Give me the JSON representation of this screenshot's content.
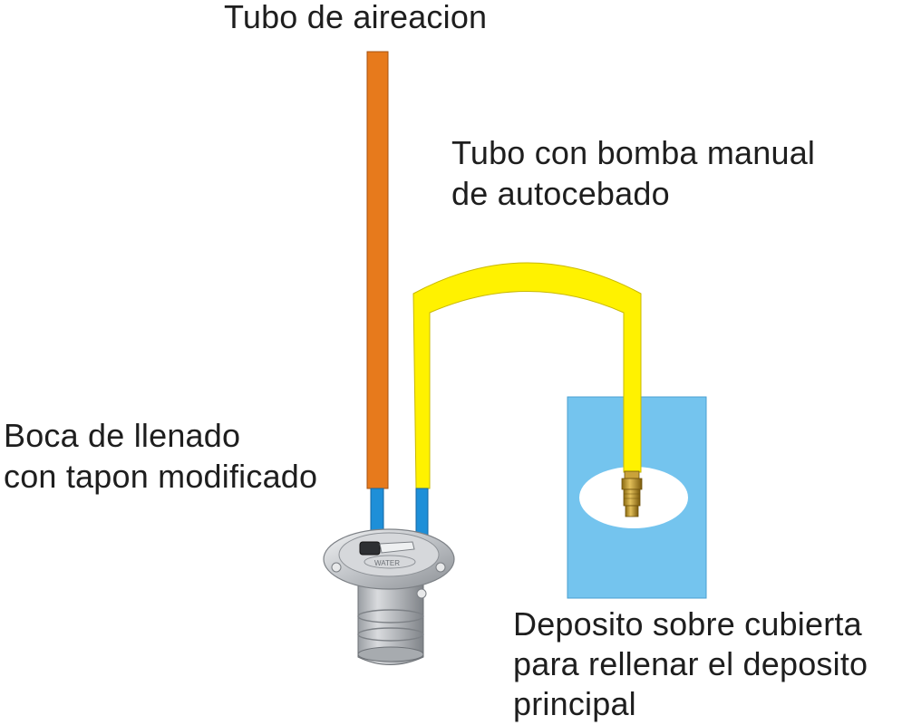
{
  "labels": {
    "air_tube": "Tubo de aireacion",
    "pump_tube_line1": "Tubo con bomba manual",
    "pump_tube_line2": "de autocebado",
    "fill_mouth_line1": "Boca de llenado",
    "fill_mouth_line2": "con tapon modificado",
    "deck_tank_line1": "Deposito sobre cubierta",
    "deck_tank_line2": "para rellenar el deposito",
    "deck_tank_line3": "principal"
  },
  "colors": {
    "air_tube": "#e77a1c",
    "pump_tube": "#fff200",
    "tube_fittings": "#1e8fd8",
    "tank": "#74c4ee",
    "fill_fitting_metal": "#b9bcc0"
  },
  "icons": {
    "fill_fitting": "deck-fill-fitting-icon",
    "valve": "brass-valve-icon"
  }
}
